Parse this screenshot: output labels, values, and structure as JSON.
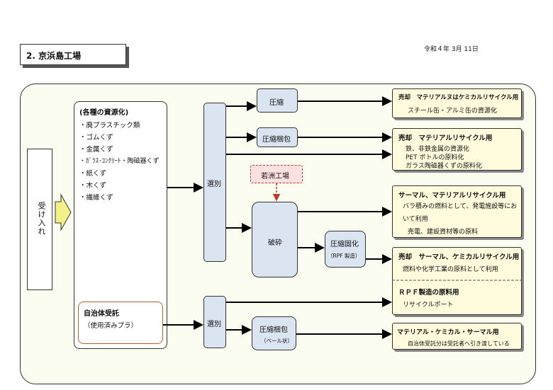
{
  "header": {
    "title": "2. 京浜島工場",
    "date": "令和４年 3月 11日"
  },
  "intake": {
    "label": "受け入れ"
  },
  "sources": {
    "title": "(各種の資源化)",
    "items": [
      "・廃プラスチック類",
      "・ゴムくず",
      "・金属くず",
      "・ｶﾞﾗｽ･ｺﾝｸﾘｰﾄ・陶磁器くず",
      "・紙くず",
      "・木くず",
      "・繊維くず"
    ]
  },
  "municipal": {
    "title": "自治体受託",
    "sub": "（使用済みプラ）"
  },
  "sorting": {
    "label1": "選別",
    "label2": "選別"
  },
  "process": {
    "compress": "圧縮",
    "compress_bale1": "圧縮梱包",
    "wakasu": "若洲工場",
    "crush": "破砕",
    "solidify": "圧縮固化",
    "rpf": "（RPF 製造）",
    "compress_bale2": "圧縮梱包",
    "bale_shape": "（ベール状）"
  },
  "destinations": {
    "d1": {
      "title": "売却　マテリアルヌはケミカルリサイクル用",
      "lines": [
        "スチール缶・アルミ缶の資源化"
      ]
    },
    "d2": {
      "title": "売却　マテリアルリサイクル用",
      "lines": [
        "鉄、非鉄金属の資源化",
        "PET ボトルの原料化",
        "ガラス陶磁器くずの原料化"
      ]
    },
    "d3": {
      "title": "サーマル、マテリアルリサイクル用",
      "lines": [
        "バラ積みの燃料として、発電施設等にお",
        "いて利用",
        "売電、建設資材等の原料"
      ]
    },
    "d4": {
      "title": "売却　サーマル、ケミカルリサイクル用",
      "lines": [
        "燃料や化学工業の原料として利用"
      ]
    },
    "d5": {
      "title": "ＲＰＦ製造の原料用",
      "lines": [
        "リサイクルポート"
      ]
    },
    "d6": {
      "title": "マテリアル・ケミカル・サーマル用",
      "lines": [
        "自治体受託分は受託者へ引き渡している"
      ]
    }
  },
  "colors": {
    "blue_box": "#dbe5f1",
    "dest_fill": "#fffbdc",
    "outer_fill": "#fbfdf0",
    "arrow_yellow": "#f4f089",
    "accent_red": "#c0392b",
    "muni_border": "#b8602a"
  }
}
